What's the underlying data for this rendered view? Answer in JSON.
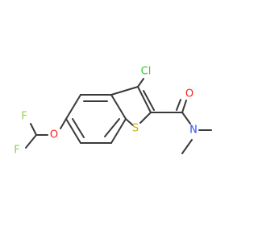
{
  "molecule": {
    "atoms": [
      {
        "id": "Cl",
        "symbol": "Cl",
        "color": "#33cc33"
      },
      {
        "id": "O_amide",
        "symbol": "O",
        "color": "#ff2020"
      },
      {
        "id": "N",
        "symbol": "N",
        "color": "#2f4fff"
      },
      {
        "id": "S",
        "symbol": "S",
        "color": "#c6b300"
      },
      {
        "id": "O_ether",
        "symbol": "O",
        "color": "#ff2020"
      },
      {
        "id": "F_top",
        "symbol": "F",
        "color": "#8fd14f"
      },
      {
        "id": "F_bottom",
        "symbol": "F",
        "color": "#8fd14f"
      }
    ],
    "bond_color": "#3a3a3a"
  }
}
